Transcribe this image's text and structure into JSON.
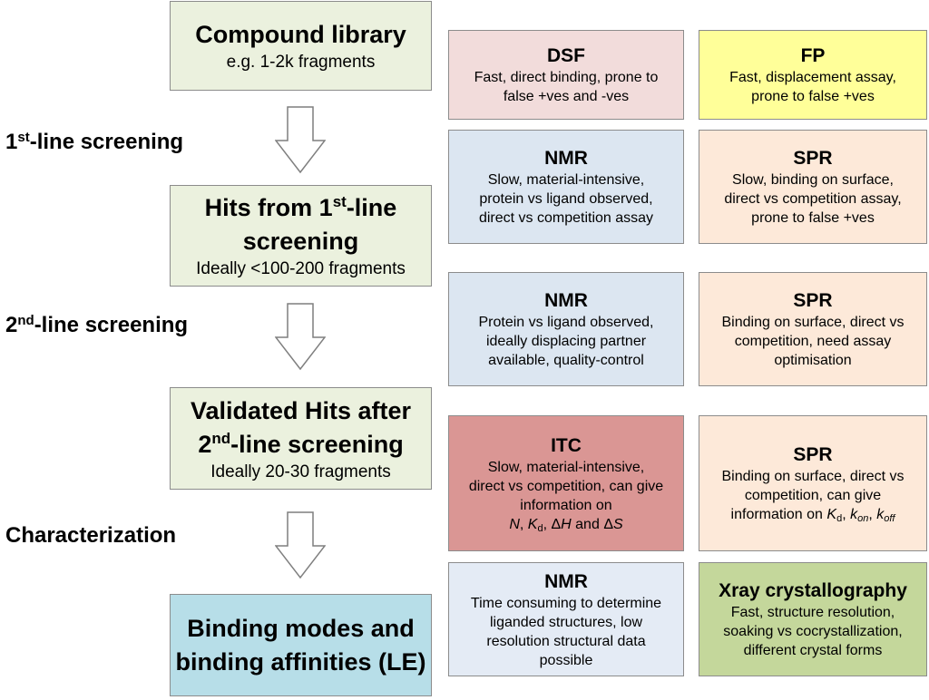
{
  "stages": {
    "first": {
      "sup": "st",
      "rest": "-line screening",
      "num": "1"
    },
    "second": {
      "sup": "nd",
      "rest": "-line screening",
      "num": "2"
    },
    "third": {
      "label": "Characterization"
    }
  },
  "flow": {
    "library": {
      "title": "Compound library",
      "sub": "e.g. 1-2k fragments"
    },
    "hits": {
      "title_a": "Hits from 1",
      "title_sup": "st",
      "title_b": "-line",
      "title_c": "screening",
      "sub": "Ideally <100-200 fragments"
    },
    "validated": {
      "title_a": "Validated Hits after",
      "title_b": "2",
      "title_sup": "nd",
      "title_c": "-line screening",
      "sub": "Ideally 20-30 fragments"
    },
    "final": {
      "line1": "Binding modes and",
      "line2": "binding affinities (LE)"
    }
  },
  "methods": {
    "dsf": {
      "title": "DSF",
      "line1": "Fast, direct binding, prone to",
      "line2": "false +ves and -ves"
    },
    "fp": {
      "title": "FP",
      "line1": "Fast, displacement assay,",
      "line2": "prone to false +ves"
    },
    "nmr1": {
      "title": "NMR",
      "line1": "Slow, material-intensive,",
      "line2": "protein vs ligand observed,",
      "line3": "direct vs competition assay"
    },
    "spr1": {
      "title": "SPR",
      "line1": "Slow, binding on surface,",
      "line2": "direct vs competition assay,",
      "line3": "prone to false +ves"
    },
    "nmr2": {
      "title": "NMR",
      "line1": "Protein vs ligand observed,",
      "line2": "ideally displacing partner",
      "line3": "available, quality-control"
    },
    "spr2": {
      "title": "SPR",
      "line1": "Binding on surface, direct vs",
      "line2": "competition, need assay",
      "line3": "optimisation"
    },
    "itc": {
      "title": "ITC",
      "line1": "Slow, material-intensive,",
      "line2": "direct vs competition, can give",
      "line3": "information on",
      "n": "N",
      "kd_k": "K",
      "kd_sub": "d",
      "dh_delta": "Δ",
      "dh": "H",
      "and": "and",
      "ds_delta": "Δ",
      "ds": "S"
    },
    "spr3": {
      "title": "SPR",
      "line1": "Binding on surface, direct vs",
      "line2": "competition, can give",
      "line3": "information on",
      "kd_k": "K",
      "kd_sub": "d",
      "kon_k": "k",
      "kon_sub": "on",
      "koff_k": "k",
      "koff_sub": "off"
    },
    "nmr3": {
      "title": "NMR",
      "line1": "Time consuming to determine",
      "line2": "liganded structures, low",
      "line3": "resolution structural data",
      "line4": "possible"
    },
    "xray": {
      "title": "Xray crystallography",
      "line1": "Fast, structure resolution,",
      "line2": "soaking vs cocrystallization,",
      "line3": "different crystal forms"
    }
  },
  "colors": {
    "flow_box": "#ebf1de",
    "final_box": "#b7dee8",
    "dsf": "#f2dcdb",
    "fp": "#ffff99",
    "nmr": "#dce6f1",
    "spr": "#fde9d9",
    "itc": "#da9694",
    "xray": "#c4d79b",
    "border": "#8c8c8c"
  }
}
